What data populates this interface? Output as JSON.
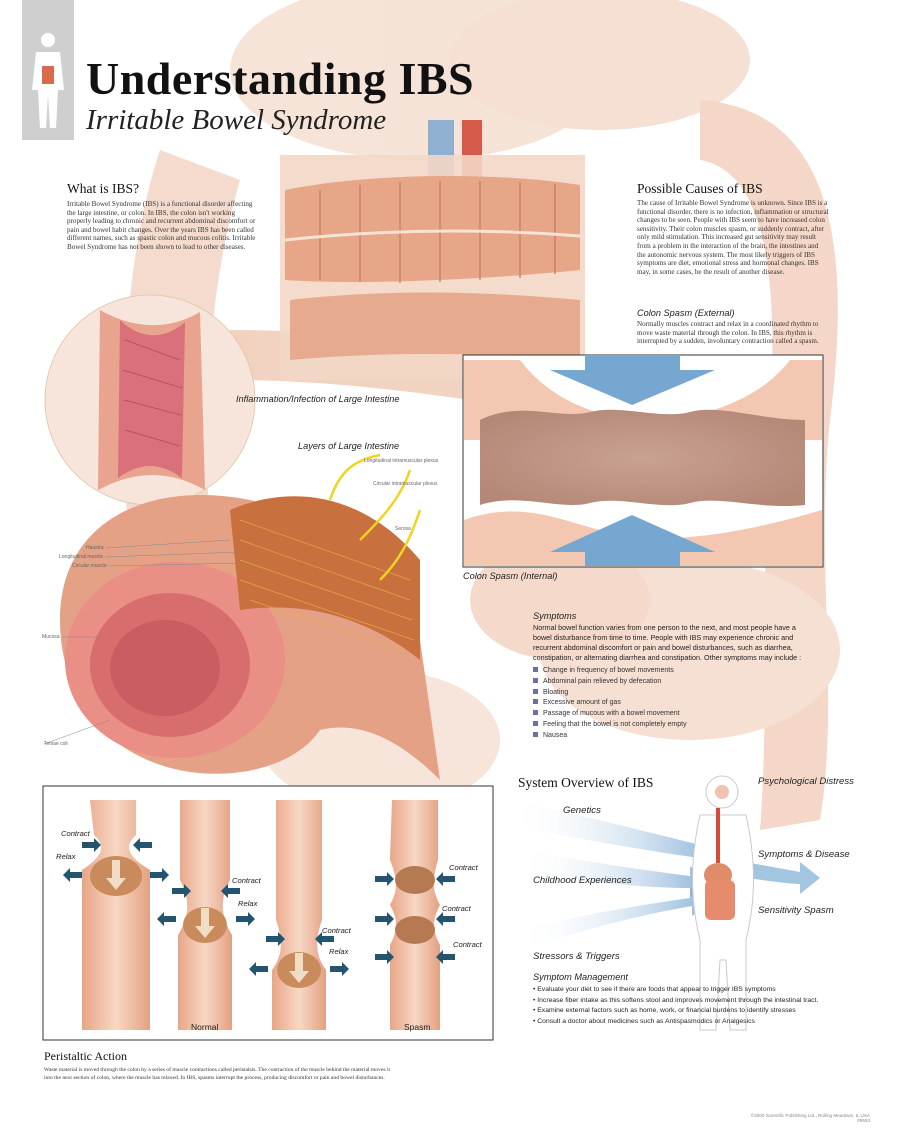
{
  "title": "Understanding IBS",
  "subtitle": "Irritable Bowel Syndrome",
  "what_is": {
    "heading": "What is IBS?",
    "lines": [
      "Irritable Bowel Syndrome (IBS) is a functional disorder affecting",
      "the large intestine, or colon. In IBS, the colon isn't working",
      "properly leading to chronic and recurrent abdominal discomfort or",
      "pain and bowel habit changes. Over the years IBS has been called",
      "different names, such as spastic colon and mucous colitis. Irritable",
      "Bowel Syndrome has not been shown to lead to other diseases."
    ]
  },
  "causes": {
    "heading": "Possible Causes of IBS",
    "lines": [
      "The cause of Irritable Bowel Syndrome is unknown. Since IBS is a",
      "functional disorder, there is no infection, inflammation or structural",
      "changes to be seen. People with IBS seem to have increased colon",
      "sensitivity. Their colon muscles spasm, or suddenly contract, after",
      "only mild stimulation. This increased gut sensitivity may result",
      "from a problem in the interaction of the brain, the intestines and",
      "the autonomic nervous system. The most likely triggers of IBS",
      "symptoms are diet, emotional stress and hormonal changes. IBS",
      "may, in some cases, be the result of another disease."
    ]
  },
  "spasm_external": {
    "heading": "Colon Spasm (External)",
    "lines": [
      "Normally muscles contract and relax in a coordinated rhythm to",
      "move waste material through the colon. In IBS, this rhythm is",
      "interrupted by a sudden, involuntary contraction called a spasm."
    ]
  },
  "spasm_internal": "Colon Spasm (Internal)",
  "inflammation_label": "Inflammation/Infection of Large Intestine",
  "layers": {
    "heading": "Layers of Large Intestine",
    "labels": [
      "Longitudinal intramuscular plexus",
      "Circular intramuscular plexus",
      "Serosa",
      "Haustra",
      "Longitudinal muscle",
      "Circular muscle",
      "Mucosa",
      "Teniae coli"
    ]
  },
  "symptoms": {
    "heading": "Symptoms",
    "lines": [
      "Normal bowel function varies from one person to the next, and most people have a",
      "bowel disturbance from time to time. People with IBS may experience chronic and",
      "recurrent abdominal discomfort or pain and bowel  disturbances, such as diarrhea,",
      "constipation, or alternating diarrhea and constipation. Other symptoms may include :"
    ],
    "items": [
      "Change in frequency of bowel movements",
      "Abdominal pain relieved by defecation",
      "Bloating",
      "Excessive amount of gas",
      "Passage of mucous with a bowel movement",
      "Feeling that the bowel is not completely empty",
      "Nausea"
    ]
  },
  "overview": {
    "heading": "System Overview of IBS",
    "labels": {
      "psychological": "Psychological Distress",
      "genetics": "Genetics",
      "symptoms_disease": "Symptoms & Disease",
      "childhood": "Childhood Experiences",
      "sensitivity": "Sensitivity Spasm",
      "stressors": "Stressors & Triggers"
    }
  },
  "management": {
    "heading": "Symptom Management",
    "items": [
      "• Evaluate your diet to see if there are foods that appear to trigger IBS symptoms",
      "• Increase fiber intake as this softens stool and improves movement through the intestinal tract.",
      "• Examine external factors such as home, work, or financial burdens to identify stresses",
      "• Consult a doctor about medicines such as Antispasmodics or Analgesics"
    ]
  },
  "peristaltic": {
    "heading": "Peristaltic Action",
    "lines": [
      "Waste material is moved through the colon by a series of muscle contractions called peristalsis. The contraction of the muscle behind the material moves it",
      "into the next section of colon, where the muscle has relaxed. In IBS, spasms interrupt the process, producing discomfort or pain and bowel disturbances."
    ],
    "normal_label": "Normal",
    "spasm_label": "Spasm",
    "contract": "Contract",
    "relax": "Relax"
  },
  "copyright": "©2000 Scientific Publishing Ltd., Rolling Meadows, IL USA",
  "code": "#9553",
  "colors": {
    "tissue": "#f2c9b0",
    "muscle": "#d98c6a",
    "arrow_blue": "#6e9bc7",
    "bullet": "#6c6fa6"
  }
}
